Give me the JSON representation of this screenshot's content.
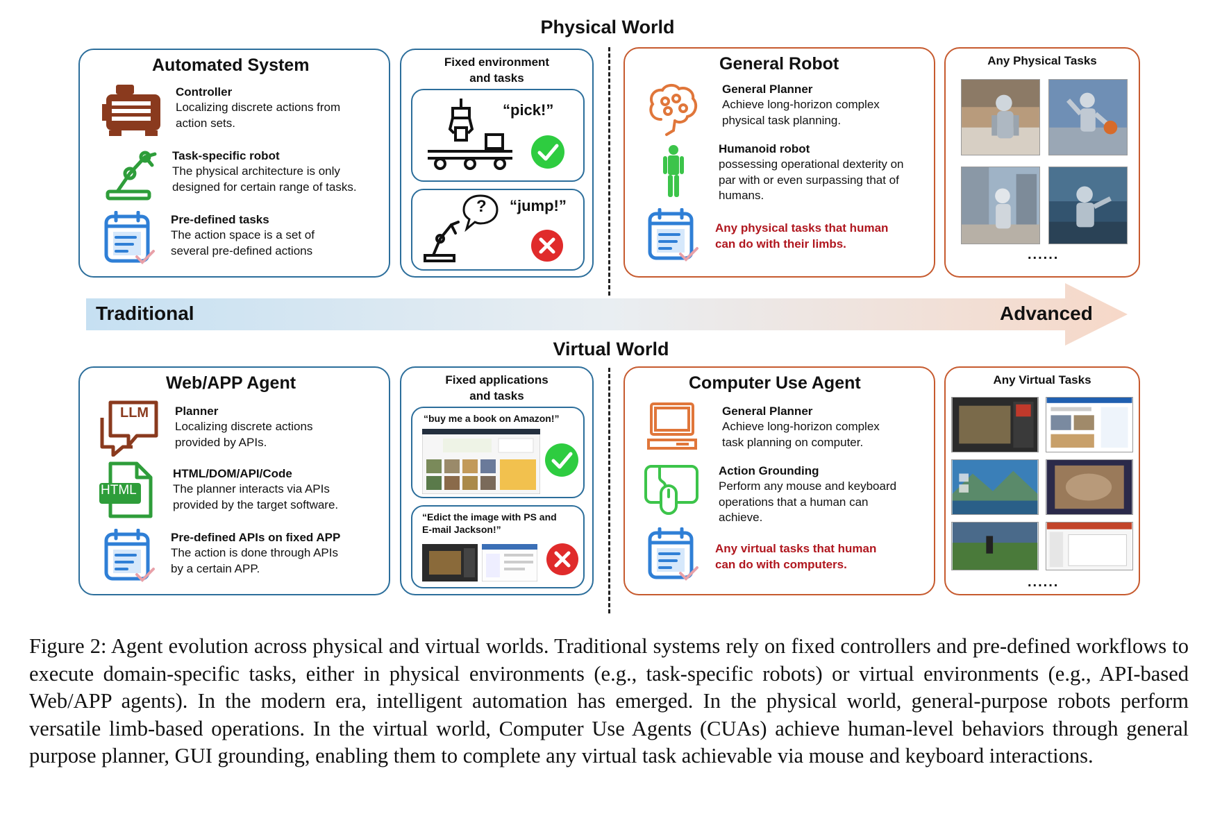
{
  "physical": {
    "section_title": "Physical World",
    "automated": {
      "title": "Automated System",
      "controller": {
        "head": "Controller",
        "desc1": "Localizing discrete actions from",
        "desc2": "action sets."
      },
      "robot": {
        "head": "Task-specific robot",
        "desc1": "The physical architecture is only",
        "desc2": "designed for certain range of tasks."
      },
      "tasks": {
        "head": "Pre-defined tasks",
        "desc1": "The action space is a set of",
        "desc2": "several pre-defined actions"
      }
    },
    "fixed": {
      "title1": "Fixed environment",
      "title2": "and tasks",
      "quote_ok": "“pick!”",
      "quote_fail": "“jump!”",
      "question": "?"
    },
    "general_robot": {
      "title": "General Robot",
      "planner": {
        "head": "General Planner",
        "desc1": "Achieve long-horizon complex",
        "desc2": "physical task planning."
      },
      "humanoid": {
        "head": "Humanoid robot",
        "desc1": "possessing operational dexterity on",
        "desc2": "par with or even surpassing that of",
        "desc3": "humans."
      },
      "any1": "Any physical tasks that human",
      "any2": "can do with their limbs."
    },
    "any_tasks": {
      "title": "Any Physical Tasks",
      "dots": "......"
    }
  },
  "arrow": {
    "left": "Traditional",
    "right": "Advanced"
  },
  "virtual": {
    "section_title": "Virtual World",
    "web_agent": {
      "title": "Web/APP Agent",
      "llm_label": "LLM",
      "html_label": "HTML",
      "planner": {
        "head": "Planner",
        "desc1": "Localizing discrete actions",
        "desc2": "provided by APIs."
      },
      "code": {
        "head": "HTML/DOM/API/Code",
        "desc1": "The planner interacts via APIs",
        "desc2": "provided by the target software."
      },
      "apis": {
        "head": "Pre-defined APIs on fixed APP",
        "desc1": "The action is done through APIs",
        "desc2": "by a certain APP."
      }
    },
    "fixed_apps": {
      "title1": "Fixed applications",
      "title2": "and tasks",
      "quote_ok": "“buy me a book on Amazon!”",
      "quote_fail1": "“Edict the image with PS and",
      "quote_fail2": "E-mail Jackson!”"
    },
    "cua": {
      "title": "Computer Use Agent",
      "planner": {
        "head": "General Planner",
        "desc1": "Achieve long-horizon complex",
        "desc2": "task planning on computer."
      },
      "grounding": {
        "head": "Action Grounding",
        "desc1": "Perform any mouse and keyboard",
        "desc2": "operations that a human can",
        "desc3": "achieve."
      },
      "any1": "Any virtual tasks that human",
      "any2": "can do with computers."
    },
    "any_tasks": {
      "title": "Any Virtual Tasks",
      "dots": "......"
    }
  },
  "caption": "Figure 2: Agent evolution across physical and virtual worlds. Traditional systems rely on fixed controllers and pre-defined workflows to execute domain-specific tasks, either in physical environments (e.g., task-specific robots) or virtual environments (e.g., API-based Web/APP agents). In the modern era, intelligent automation has emerged. In the physical world, general-purpose robots perform versatile limb-based operations. In the virtual world, Computer Use Agents (CUAs) achieve human-level behaviors through general purpose planner, GUI grounding, enabling them to complete any virtual task achievable via mouse and keyboard interactions.",
  "colors": {
    "blue_border": "#2c6e9b",
    "orange_border": "#c65a2e",
    "red_text": "#b0171f",
    "green_check": "#2ecc40",
    "red_cross": "#e02b2b"
  }
}
